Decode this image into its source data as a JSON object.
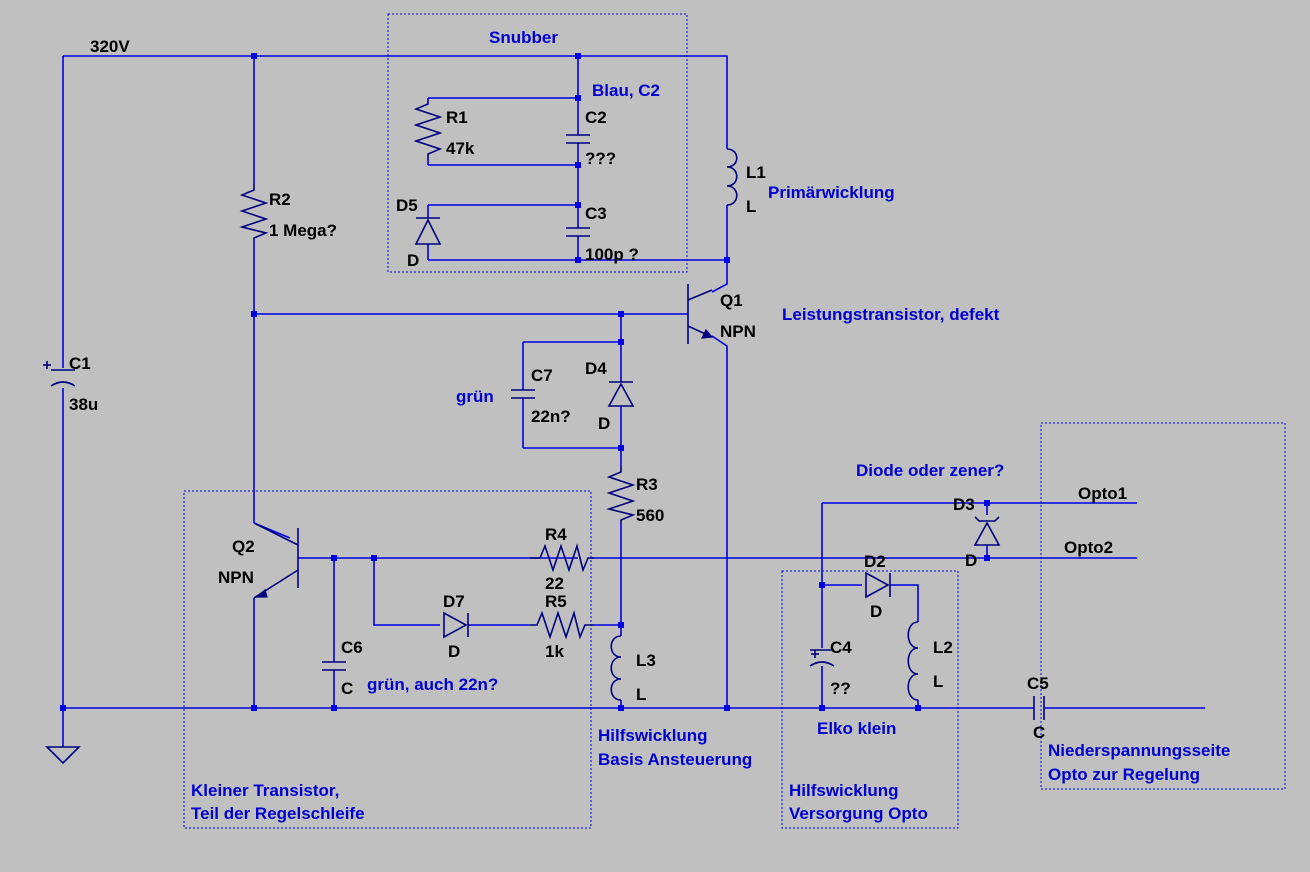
{
  "colors": {
    "background": "#c0c0c0",
    "wire": "#0000e0",
    "component": "#000080",
    "annotation": "#0000d0",
    "label": "#000000"
  },
  "nets": {
    "supply": "320V",
    "opto1": "Opto1",
    "opto2": "Opto2"
  },
  "components": {
    "c1": {
      "name": "C1",
      "value": "38u"
    },
    "r2": {
      "name": "R2",
      "value": "1 Mega?"
    },
    "r1": {
      "name": "R1",
      "value": "47k"
    },
    "c2": {
      "name": "C2",
      "value": "???"
    },
    "d5": {
      "name": "D5",
      "value": "D"
    },
    "c3": {
      "name": "C3",
      "value": "100p ?"
    },
    "l1": {
      "name": "L1",
      "value": "L"
    },
    "q1": {
      "name": "Q1",
      "value": "NPN"
    },
    "c7": {
      "name": "C7",
      "value": "22n?"
    },
    "d4": {
      "name": "D4",
      "value": "D"
    },
    "r3": {
      "name": "R3",
      "value": "560"
    },
    "q2": {
      "name": "Q2",
      "value": "NPN"
    },
    "r4": {
      "name": "R4",
      "value": "22"
    },
    "d7": {
      "name": "D7",
      "value": "D"
    },
    "r5": {
      "name": "R5",
      "value": "1k"
    },
    "c6": {
      "name": "C6",
      "value": "C"
    },
    "l3": {
      "name": "L3",
      "value": "L"
    },
    "d3": {
      "name": "D3",
      "value": "D"
    },
    "d2": {
      "name": "D2",
      "value": "D"
    },
    "c4": {
      "name": "C4",
      "value": "??"
    },
    "l2": {
      "name": "L2",
      "value": "L"
    },
    "c5": {
      "name": "C5",
      "value": "C"
    }
  },
  "annotations": {
    "snubber": "Snubber",
    "blau_c2": "Blau, C2",
    "primaer": "Primärwicklung",
    "leistung": "Leistungstransistor, defekt",
    "gruen": "grün",
    "gruen_auch": "grün, auch 22n?",
    "diode_zener": "Diode oder zener?",
    "elko_klein": "Elko klein",
    "hilf_basis_1": "Hilfswicklung",
    "hilf_basis_2": "Basis Ansteuerung",
    "kleiner_1": "Kleiner Transistor,",
    "kleiner_2": "Teil der Regelschleife",
    "hilf_opto_1": "Hilfswicklung",
    "hilf_opto_2": "Versorgung Opto",
    "nieder_1": "Niederspannungsseite",
    "nieder_2": "Opto zur Regelung"
  }
}
